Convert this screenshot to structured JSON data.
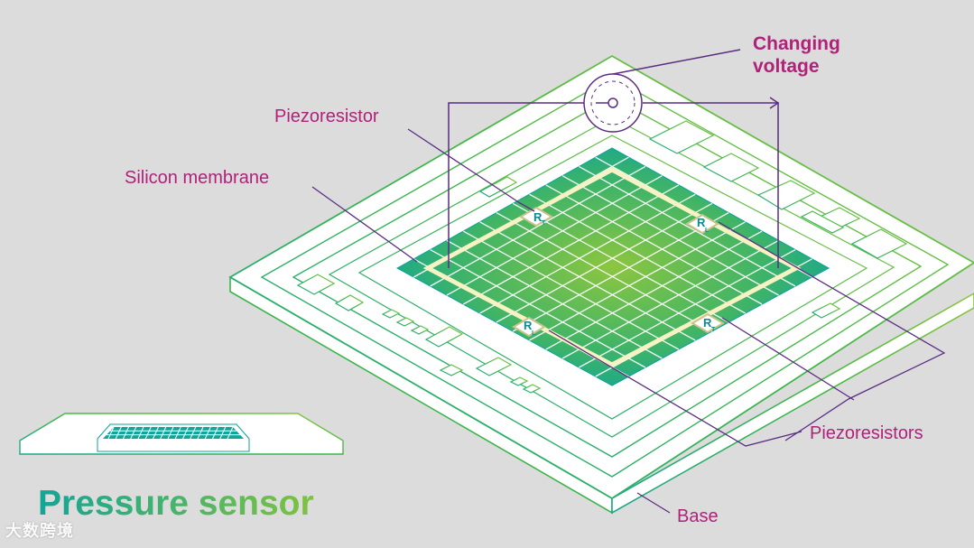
{
  "labels": {
    "changing_voltage_line1": "Changing",
    "changing_voltage_line2": "voltage",
    "piezoresistor": "Piezoresistor",
    "silicon_membrane": "Silicon membrane",
    "piezoresistors": "Piezoresistors",
    "base": "Base",
    "title": "Pressure sensor"
  },
  "resistors": [
    {
      "main": "R",
      "sub": "T"
    },
    {
      "main": "R",
      "sub": "L"
    },
    {
      "main": "R",
      "sub": "L"
    },
    {
      "main": "R",
      "sub": "T"
    }
  ],
  "watermark": "大数跨境",
  "colors": {
    "background": "#dcdcdc",
    "outline_green": "#4db848",
    "teal": "#0ea59a",
    "lime": "#7cc242",
    "label_magenta": "#b0227a",
    "line_purple": "#5a2d82",
    "title_teal": "#12a596",
    "title_green": "#7fc241"
  }
}
